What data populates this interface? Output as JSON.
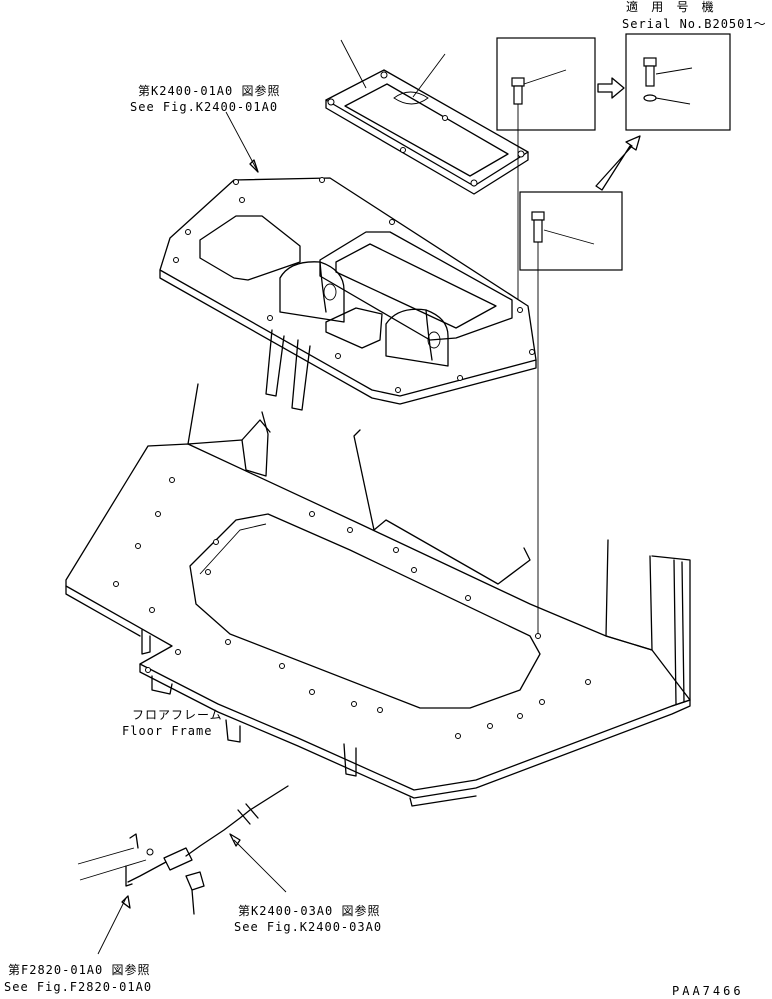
{
  "serial_box": {
    "title_jp": "適 用 号 機",
    "serial": "Serial No.B20501〜"
  },
  "ref_k2400_01a0": {
    "jp": "第K2400-01A0 図参照",
    "en": "See Fig.K2400-01A0"
  },
  "ref_k2400_03a0": {
    "jp": "第K2400-03A0 図参照",
    "en": "See Fig.K2400-03A0"
  },
  "ref_f2820_01a0": {
    "jp": "第F2820-01A0 図参照",
    "en": "See Fig.F2820-01A0"
  },
  "floor_frame": {
    "jp": "フロアフレーム",
    "en": "Floor Frame"
  },
  "drawing_code": "PAA7466"
}
